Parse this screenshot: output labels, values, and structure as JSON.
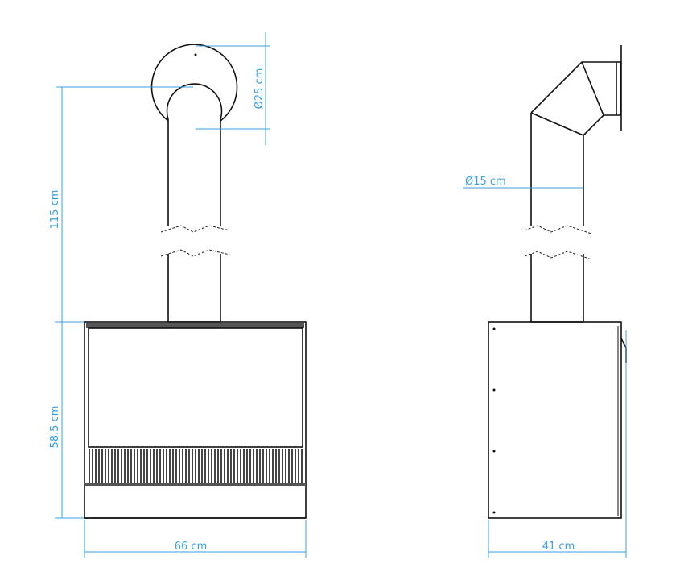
{
  "views": {
    "front": {
      "name": "front-view"
    },
    "side": {
      "name": "side-view"
    }
  },
  "dimensions": {
    "flue_height": "115 cm",
    "body_height": "58.5 cm",
    "body_width": "66 cm",
    "elbow_diameter": "Ø25 cm",
    "pipe_diameter": "Ø15 cm",
    "body_depth": "41 cm"
  },
  "colors": {
    "dimension": "#3aa0e0",
    "line": "#111111"
  }
}
